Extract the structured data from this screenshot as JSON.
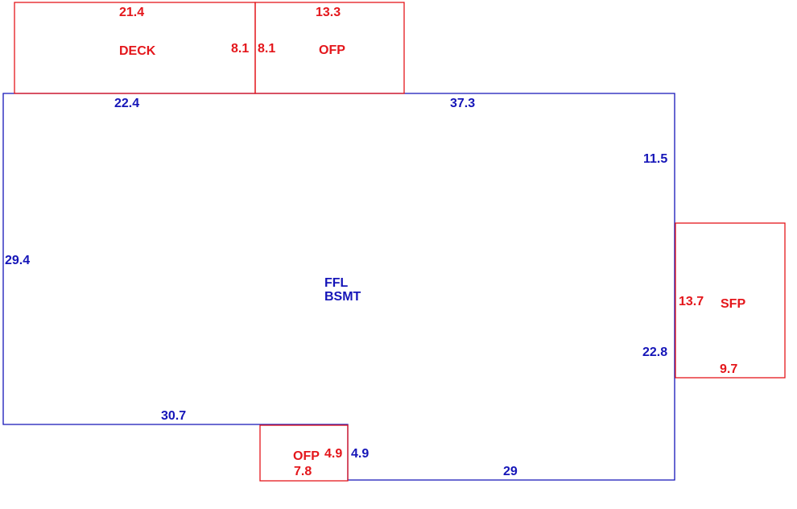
{
  "colors": {
    "main_area": "#1515b8",
    "additions": "#e4161b",
    "background": "#ffffff"
  },
  "main_area": {
    "labels": [
      "FFL",
      "BSMT"
    ],
    "dims": {
      "top_left": "22.4",
      "top_right": "37.3",
      "left": "29.4",
      "right_upper": "11.5",
      "right_lower": "22.8",
      "bottom_left": "30.7",
      "notch_side": "4.9",
      "bottom_right": "29"
    }
  },
  "deck": {
    "label": "DECK",
    "top": "21.4",
    "right": "8.1"
  },
  "ofp_top": {
    "label": "OFP",
    "top": "13.3",
    "left": "8.1"
  },
  "sfp": {
    "label": "SFP",
    "side": "13.7",
    "bottom": "9.7"
  },
  "ofp_bottom": {
    "label": "OFP",
    "side": "4.9",
    "bottom": "7.8"
  }
}
